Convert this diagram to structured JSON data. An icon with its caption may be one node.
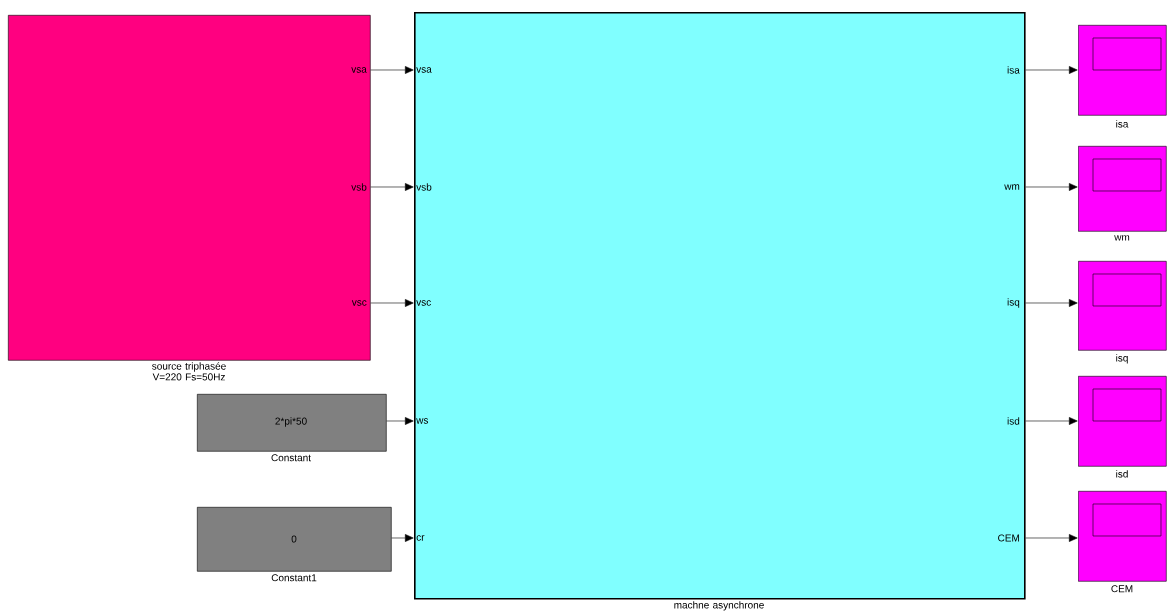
{
  "diagram": {
    "nodes": [
      {
        "text": [
          "vsa",
          "vsb",
          "vsc"
        ],
        "beside": [
          "source triphasée V=220 Fs=50Hz"
        ]
      },
      {
        "text": [
          "2*pi*50"
        ],
        "beside": [
          "Constant"
        ]
      },
      {
        "text": [
          "0"
        ],
        "beside": [
          "Constant1"
        ]
      },
      {
        "text": [
          "vsa",
          "vsb",
          "vsc",
          "ws",
          "cr",
          "isa",
          "wm",
          "isq",
          "isd",
          "CEM"
        ],
        "beside": [
          "machne asynchrone"
        ]
      },
      {
        "text": [],
        "shape": "box",
        "beside": [
          "isa"
        ]
      },
      {
        "text": [],
        "shape": "box",
        "beside": [
          "wm"
        ]
      },
      {
        "text": [],
        "shape": "box",
        "beside": [
          "isq"
        ]
      },
      {
        "text": [],
        "shape": "box",
        "beside": [
          "isd"
        ]
      },
      {
        "text": [],
        "shape": "box",
        "beside": [
          "CEM"
        ]
      }
    ],
    "edges": [
      {
        "from": 0,
        "to": 3,
        "arrow": "to"
      },
      {
        "from": 0,
        "to": 3,
        "arrow": "to"
      },
      {
        "from": 0,
        "to": 3,
        "arrow": "to"
      },
      {
        "from": 1,
        "to": 3,
        "arrow": "to"
      },
      {
        "from": 2,
        "to": 3,
        "arrow": "to"
      },
      {
        "from": 3,
        "to": 4,
        "arrow": "to"
      },
      {
        "from": 3,
        "to": 5,
        "arrow": "to"
      },
      {
        "from": 3,
        "to": 6,
        "arrow": "to"
      },
      {
        "from": 3,
        "to": 7,
        "arrow": "to"
      },
      {
        "from": 3,
        "to": 8,
        "arrow": "to"
      }
    ]
  }
}
